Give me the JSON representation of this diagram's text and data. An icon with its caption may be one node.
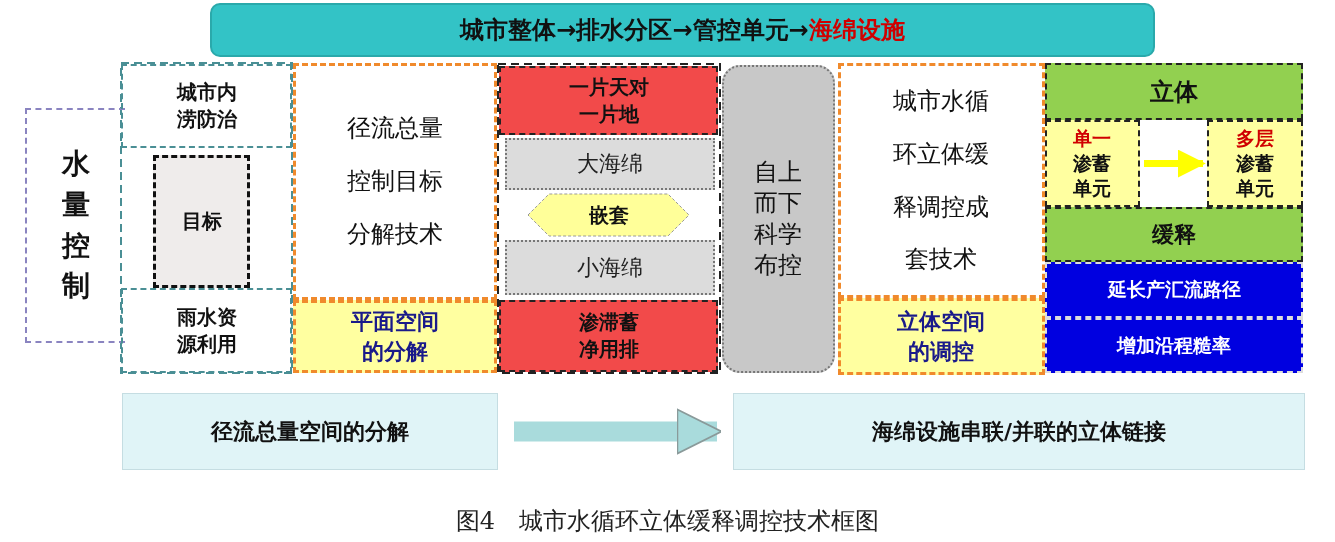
{
  "diagram": {
    "caption": "图4　城市水循环立体缓释调控技术框图",
    "nodes": [
      {
        "text": [
          "城市整体→排水分区→管控单元→",
          "海绵设施"
        ]
      },
      {
        "text": [
          "水量控制"
        ]
      },
      {
        "text": [
          "城市内涝防治"
        ]
      },
      {
        "text": [
          "目标"
        ]
      },
      {
        "text": [
          "雨水资源利用"
        ]
      },
      {
        "text": [
          "径流总量控制目标分解技术"
        ]
      },
      {
        "text": [
          "平面空间的分解"
        ]
      },
      {
        "text": [
          "一片天对一片地"
        ]
      },
      {
        "text": [
          "大海绵"
        ]
      },
      {
        "text": [
          "嵌套"
        ]
      },
      {
        "text": [
          "小海绵"
        ]
      },
      {
        "text": [
          "渗滞蓄净用排"
        ]
      },
      {
        "text": [
          "自上而下科学布控"
        ]
      },
      {
        "text": [
          "城市水循环立体缓释调控成套技术"
        ]
      },
      {
        "text": [
          "立体空间的调控"
        ]
      },
      {
        "text": [
          "立体"
        ]
      },
      {
        "text": [
          "单一",
          "渗蓄单元"
        ]
      },
      {
        "text": [
          "多层",
          "渗蓄单元"
        ]
      },
      {
        "text": [
          "缓释"
        ]
      },
      {
        "text": [
          "延长产汇流路径"
        ]
      },
      {
        "text": [
          "增加沿程糙率"
        ]
      },
      {
        "text": [
          "径流总量空间的分解"
        ]
      },
      {
        "text": [
          "海绵设施串联/并联的立体链接"
        ]
      }
    ],
    "edges": [
      {
        "from": 16,
        "to": 17,
        "arrow": "to",
        "color": "#ffff00"
      },
      {
        "from": 21,
        "to": 22,
        "arrow": "to",
        "style": "thick",
        "color": "#a9dbdc"
      }
    ]
  }
}
